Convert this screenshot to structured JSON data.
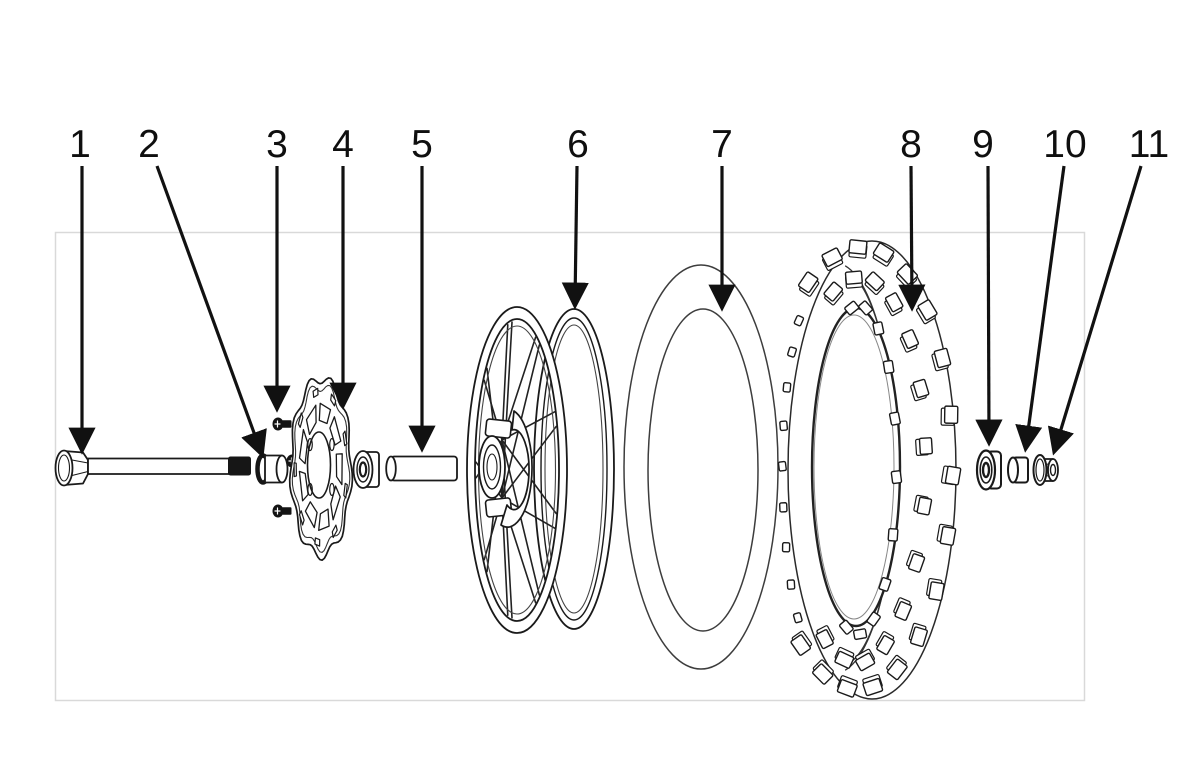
{
  "diagram": {
    "kind": "exploded-parts-line-drawing",
    "callouts": [
      {
        "label": "1"
      },
      {
        "label": "2"
      },
      {
        "label": "3"
      },
      {
        "label": "4"
      },
      {
        "label": "5"
      },
      {
        "label": "6"
      },
      {
        "label": "7"
      },
      {
        "label": "8"
      },
      {
        "label": "9"
      },
      {
        "label": "10"
      },
      {
        "label": "11"
      }
    ]
  },
  "colors": {
    "line": "#1a1a1a",
    "dark_fill": "#161616",
    "frame_border": "#d9d9d9",
    "background": "#ffffff"
  }
}
